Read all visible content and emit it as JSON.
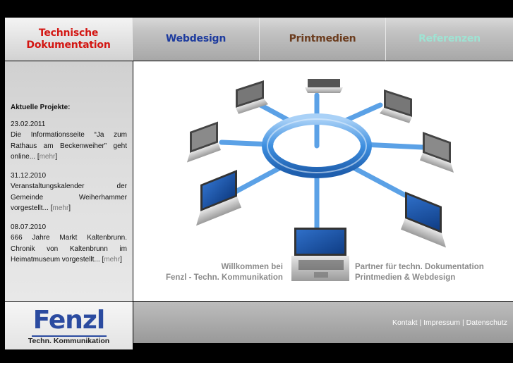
{
  "nav": {
    "items": [
      {
        "line1": "Technische",
        "line2": "Dokumentation"
      },
      {
        "label": "Webdesign"
      },
      {
        "label": "Printmedien"
      },
      {
        "label": "Referenzen"
      }
    ]
  },
  "sidebar": {
    "title": "Aktuelle Projekte:",
    "news": [
      {
        "date": "23.02.2011",
        "text": "Die Informationsseite “Ja zum Rathaus am Beckenweiher” geht online... ",
        "open": "[",
        "more": "mehr",
        "close": "]"
      },
      {
        "date": "31.12.2010",
        "text": "Veranstaltungskalender der Gemeinde Weiherhammer vorgestellt... ",
        "open": "[",
        "more": "mehr",
        "close": "]"
      },
      {
        "date": "08.07.2010",
        "text": "666 Jahre Markt Kaltenbrunn. Chronik von Kaltenbrunn im Heimatmuseum vorgestellt... ",
        "open": "[",
        "more": "mehr",
        "close": "]"
      }
    ]
  },
  "hero": {
    "welcome_1": "Willkommen bei",
    "welcome_2": "Fenzl - Techn. Kommunikation",
    "partner_1": "Partner für techn. Dokumentation",
    "partner_2": "Printmedien & Webdesign"
  },
  "logo": {
    "name": "Fenzl",
    "sub": "Techn. Kommunikation"
  },
  "footer": {
    "links": [
      "Kontakt",
      "Impressum",
      "Datenschutz"
    ],
    "separator": " | "
  },
  "colors": {
    "nav_technische": "#d31612",
    "nav_webdesign": "#1d3b9e",
    "nav_printmedien": "#6b3c1e",
    "nav_referenzen": "#9fe3d3",
    "ring": "#3d8fe0",
    "logo": "#2b4ba0"
  }
}
